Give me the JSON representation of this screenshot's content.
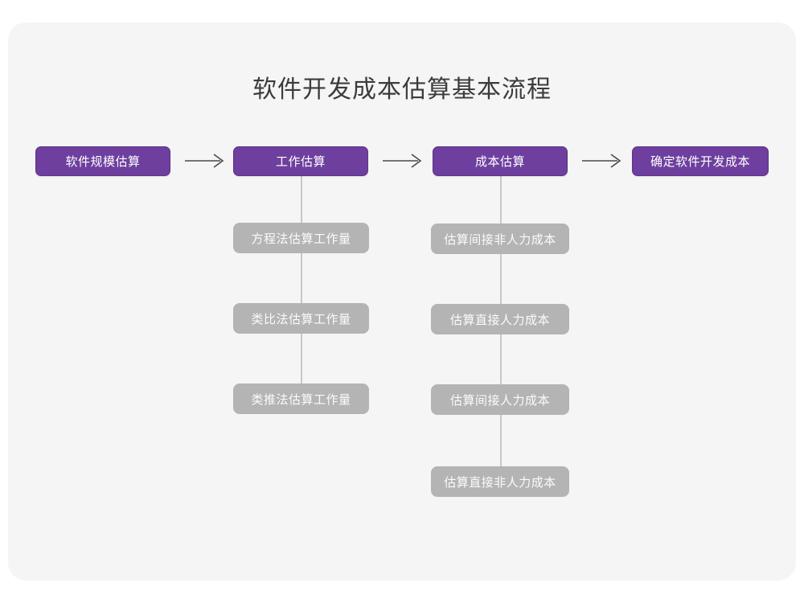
{
  "page": {
    "title": "软件开发成本估算基本流程",
    "background_color": "#ffffff",
    "card_color": "#f5f5f6"
  },
  "colors": {
    "primary": "#6e3f9e",
    "secondary": "#b4b4b4",
    "connector": "#c8c8c8",
    "title_text": "#3b3b3b",
    "node_text": "#ffffff"
  },
  "flow": {
    "main_steps": [
      {
        "label": "软件规模估算"
      },
      {
        "label": "工作估算"
      },
      {
        "label": "成本估算"
      },
      {
        "label": "确定软件开发成本"
      }
    ],
    "arrows": [
      {
        "name": "arrow-step1-step2"
      },
      {
        "name": "arrow-step2-step3"
      },
      {
        "name": "arrow-step3-step4"
      }
    ],
    "sub_columns": [
      {
        "parent": "工作估算",
        "items": [
          {
            "label": "方程法估算工作量"
          },
          {
            "label": "类比法估算工作量"
          },
          {
            "label": "类推法估算工作量"
          }
        ]
      },
      {
        "parent": "成本估算",
        "items": [
          {
            "label": "估算间接非人力成本"
          },
          {
            "label": "估算直接人力成本"
          },
          {
            "label": "估算间接人力成本"
          },
          {
            "label": "估算直接非人力成本"
          }
        ]
      }
    ]
  }
}
